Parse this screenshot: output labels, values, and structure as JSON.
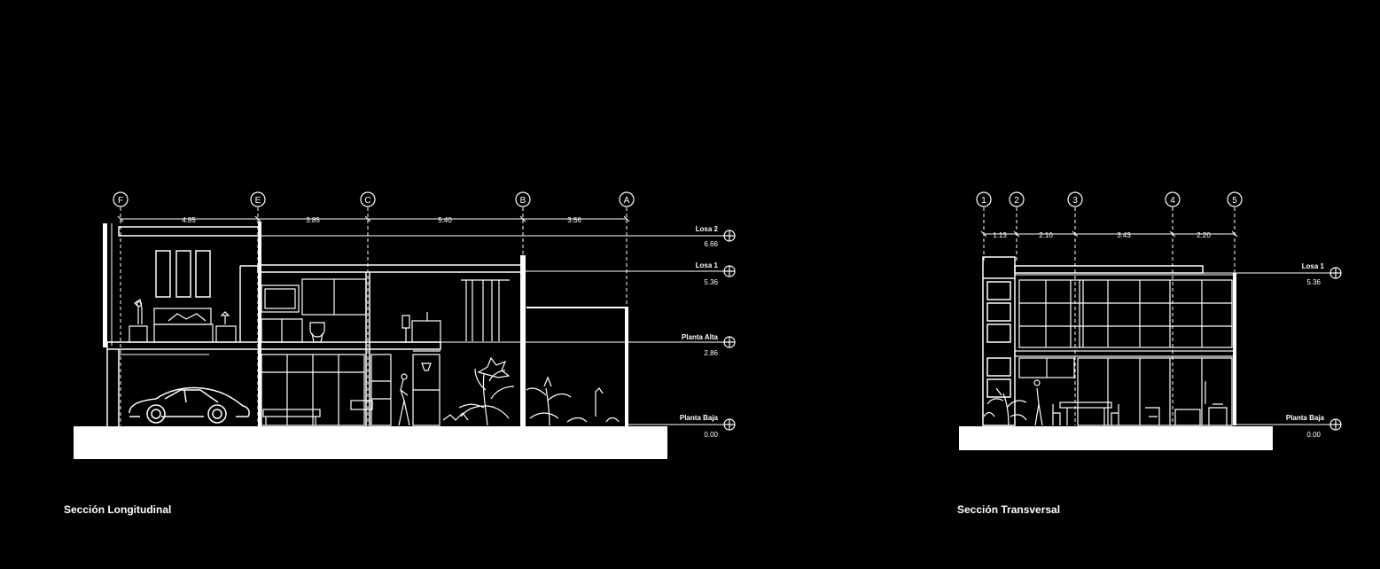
{
  "colors": {
    "background": "#000000",
    "lines": "#ffffff"
  },
  "longitudinal": {
    "title": "Sección Longitudinal",
    "axes": [
      "F",
      "E",
      "C",
      "B",
      "A"
    ],
    "spans": [
      "4.85",
      "3.85",
      "5.40",
      "3.56"
    ],
    "levels": [
      {
        "name": "Losa 2",
        "value": "6.66"
      },
      {
        "name": "Losa 1",
        "value": "5.36"
      },
      {
        "name": "Planta Alta",
        "value": "2.86"
      },
      {
        "name": "Planta Baja",
        "value": "0.00"
      }
    ]
  },
  "transversal": {
    "title": "Sección Transversal",
    "axes": [
      "1",
      "2",
      "3",
      "4",
      "5"
    ],
    "spans": [
      "1.13",
      "2.10",
      "3.43",
      "2.20"
    ],
    "levels": [
      {
        "name": "Losa 1",
        "value": "5.36"
      },
      {
        "name": "Planta Baja",
        "value": "0.00"
      }
    ]
  }
}
